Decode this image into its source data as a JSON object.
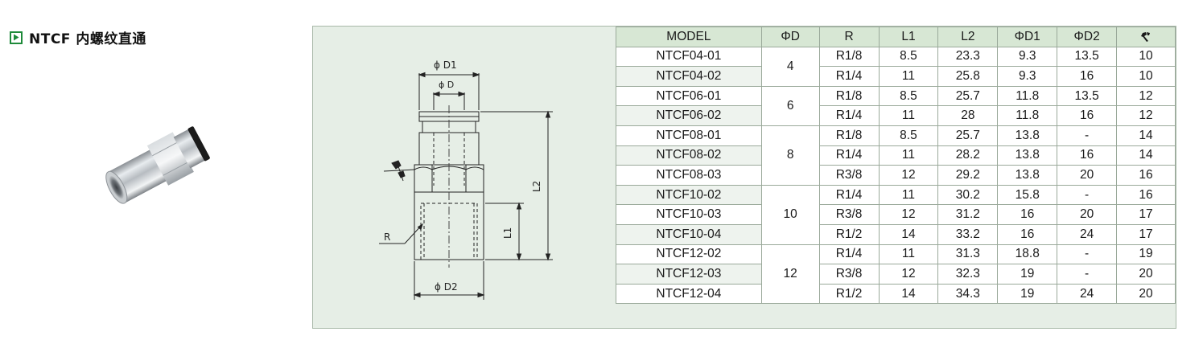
{
  "header": {
    "title": "NTCF 内螺纹直通"
  },
  "drawing": {
    "labels": {
      "d1": "ϕ D1",
      "d": "ϕ D",
      "d2": "ϕ D2",
      "l1": "L1",
      "l2": "L2",
      "r": "R"
    }
  },
  "table": {
    "headers": [
      "MODEL",
      "ΦD",
      "R",
      "L1",
      "L2",
      "ΦD1",
      "ΦD2"
    ],
    "wrench_icon": "wrench-icon",
    "rows": [
      {
        "model": "NTCF04-01",
        "r": "R1/8",
        "l1": "8.5",
        "l2": "23.3",
        "d1": "9.3",
        "d2": "13.5",
        "hex": "10"
      },
      {
        "model": "NTCF04-02",
        "r": "R1/4",
        "l1": "11",
        "l2": "25.8",
        "d1": "9.3",
        "d2": "16",
        "hex": "10"
      },
      {
        "model": "NTCF06-01",
        "r": "R1/8",
        "l1": "8.5",
        "l2": "25.7",
        "d1": "11.8",
        "d2": "13.5",
        "hex": "12"
      },
      {
        "model": "NTCF06-02",
        "r": "R1/4",
        "l1": "11",
        "l2": "28",
        "d1": "11.8",
        "d2": "16",
        "hex": "12"
      },
      {
        "model": "NTCF08-01",
        "r": "R1/8",
        "l1": "8.5",
        "l2": "25.7",
        "d1": "13.8",
        "d2": "-",
        "hex": "14"
      },
      {
        "model": "NTCF08-02",
        "r": "R1/4",
        "l1": "11",
        "l2": "28.2",
        "d1": "13.8",
        "d2": "16",
        "hex": "14"
      },
      {
        "model": "NTCF08-03",
        "r": "R3/8",
        "l1": "12",
        "l2": "29.2",
        "d1": "13.8",
        "d2": "20",
        "hex": "16"
      },
      {
        "model": "NTCF10-02",
        "r": "R1/4",
        "l1": "11",
        "l2": "30.2",
        "d1": "15.8",
        "d2": "-",
        "hex": "16"
      },
      {
        "model": "NTCF10-03",
        "r": "R3/8",
        "l1": "12",
        "l2": "31.2",
        "d1": "16",
        "d2": "20",
        "hex": "17"
      },
      {
        "model": "NTCF10-04",
        "r": "R1/2",
        "l1": "14",
        "l2": "33.2",
        "d1": "16",
        "d2": "24",
        "hex": "17"
      },
      {
        "model": "NTCF12-02",
        "r": "R1/4",
        "l1": "11",
        "l2": "31.3",
        "d1": "18.8",
        "d2": "-",
        "hex": "19"
      },
      {
        "model": "NTCF12-03",
        "r": "R3/8",
        "l1": "12",
        "l2": "32.3",
        "d1": "19",
        "d2": "-",
        "hex": "20"
      },
      {
        "model": "NTCF12-04",
        "r": "R1/2",
        "l1": "14",
        "l2": "34.3",
        "d1": "19",
        "d2": "24",
        "hex": "20"
      }
    ],
    "groups": [
      "4",
      "6",
      "8",
      "10",
      "12"
    ]
  }
}
